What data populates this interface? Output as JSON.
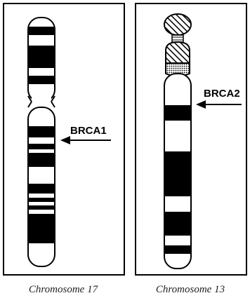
{
  "colors": {
    "frame": "#000000",
    "band": "#000000",
    "background": "#ffffff"
  },
  "panels": [
    {
      "gene_label": "BRCA1",
      "caption": "Chromosome 17"
    },
    {
      "gene_label": "BRCA2",
      "caption": "Chromosome 13"
    }
  ]
}
